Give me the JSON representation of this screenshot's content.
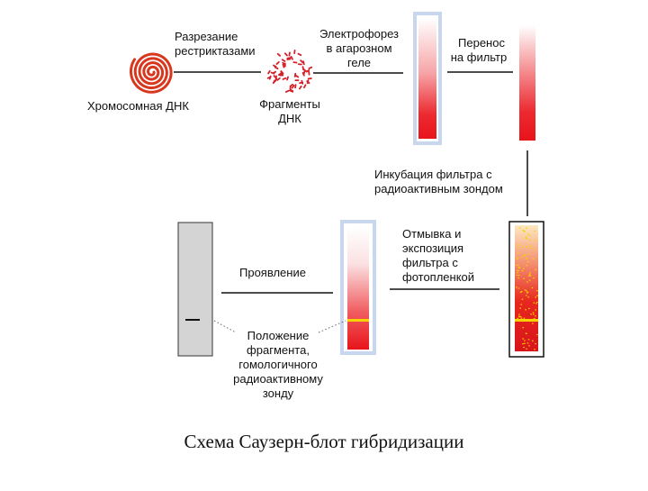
{
  "diagram": {
    "labels": {
      "cut_line1": "Разрезание",
      "cut_line2": "рестриктазами",
      "chromosomal_dna": "Хромосомная ДНК",
      "fragments_line1": "Фрагменты",
      "fragments_line2": "ДНК",
      "electro_line1": "Электрофорез",
      "electro_line2": "в агарозном",
      "electro_line3": "геле",
      "transfer_line1": "Перенос",
      "transfer_line2": "на фильтр",
      "incubation_line1": "Инкубация фильтра с",
      "incubation_line2": "радиоактивным зондом",
      "wash_line1": "Отмывка и",
      "wash_line2": "экспозиция",
      "wash_line3": "фильтра с",
      "wash_line4": "фотопленкой",
      "develop": "Проявление",
      "position_line1": "Положение",
      "position_line2": "фрагмента,",
      "position_line3": "гомологичного",
      "position_line4": "радиоактивному",
      "position_line5": "зонду"
    },
    "caption": "Схема Саузерн-блот гибридизации"
  },
  "colors": {
    "gel_red": "#e8141b",
    "dna_coil": "#d9361e",
    "fragment_dots": "#d4202a",
    "film_gray": "#d4d4d4",
    "band_yellow": "#f5d400",
    "frame_blue": "#c8d6ee"
  }
}
